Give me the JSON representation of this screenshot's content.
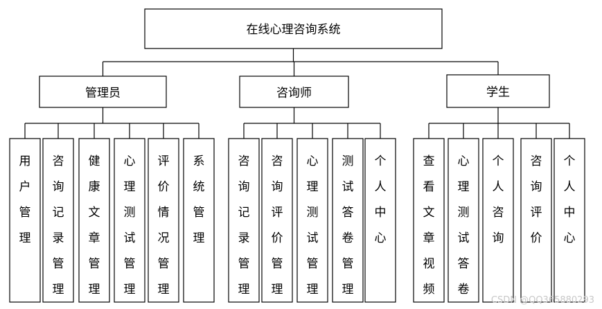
{
  "root": {
    "label": "在线心理咨询系统"
  },
  "categories": [
    {
      "label": "管理员",
      "children": [
        "用户管理",
        "咨询记录管理",
        "健康文章管理",
        "心理测试管理",
        "评价情况管理",
        "系统管理"
      ]
    },
    {
      "label": "咨询师",
      "children": [
        "咨询记录管理",
        "咨询评价管理",
        "心理测试管理",
        "测试答卷管理",
        "个人中心"
      ]
    },
    {
      "label": "学生",
      "children": [
        "查看文章视频",
        "心理测试答卷",
        "个人咨询",
        "咨询评价",
        "个人中心"
      ]
    }
  ],
  "watermark": "CSDN @QQ365880293"
}
